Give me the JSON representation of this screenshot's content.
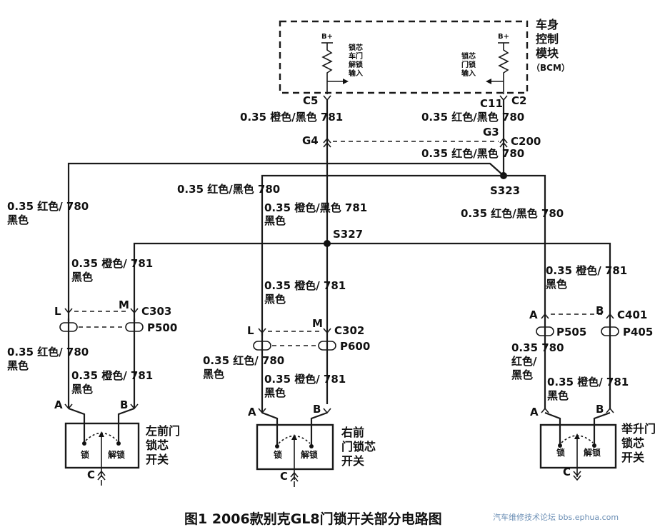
{
  "bcm": {
    "title_lines": [
      "车身",
      "控制",
      "模块",
      "（BCM）"
    ],
    "b_plus_left": "B+",
    "b_plus_right": "B+",
    "input_left_lines": [
      "锁芯",
      "车门",
      "解锁",
      "输入"
    ],
    "input_right_lines": [
      "锁芯",
      "门锁",
      "输入"
    ]
  },
  "connectors": {
    "c5": "C5",
    "c2": "C2",
    "c11": "C11",
    "g4": "G4",
    "g3": "G3",
    "c200": "C200",
    "c303": "C303",
    "p500": "P500",
    "c302": "C302",
    "p600": "P600",
    "c401": "C401",
    "p505": "P505",
    "p405": "P405"
  },
  "splices": {
    "s323": "S323",
    "s327": "S327"
  },
  "wires": {
    "w781_top": "0.35 橙色/黑色   781",
    "w780_top": "0.35 红色/黑色   780",
    "w780_c200": "0.35 红色/黑色   780",
    "w780_mid": "0.35 红色/黑色   780",
    "w781_mid_l1": "0.35 橙色/黑色   781",
    "w781_mid_l2": "黑色",
    "w780_left_l1": "0.35 红色/   780",
    "w780_left_l2": "黑色",
    "w781_left_l1": "0.35 橙色/   781",
    "w781_left_l2": "黑色",
    "w780_right": "0.35 红色/黑色   780",
    "w781_ctr_l1": "0.35 橙色/   781",
    "w781_ctr_l2": "黑色",
    "w781_rt_l1": "0.35 橙色/   781",
    "w781_rt_l2": "黑色",
    "w780_lf_low_l1": "0.35 红色/   780",
    "w780_lf_low_l2": "黑色",
    "w781_lf_low_l1": "0.35 橙色/   781",
    "w781_lf_low_l2": "黑色",
    "w780_rf_low_l1": "0.35 红色/   780",
    "w780_rf_low_l2": "黑色",
    "w781_rf_low_l1": "0.35 橙色/   781",
    "w781_rf_low_l2": "黑色",
    "w780_lg_low_l1": "0.35   780",
    "w780_lg_low_l2": "红色/",
    "w780_lg_low_l3": "黑色",
    "w781_lg_low_l1": "0.35 橙色/   781",
    "w781_lg_low_l2": "黑色"
  },
  "pins": {
    "L": "L",
    "M": "M",
    "A": "A",
    "B": "B",
    "C": "C"
  },
  "switches": {
    "left_front": [
      "左前门",
      "锁芯",
      "开关"
    ],
    "right_front": [
      "右前",
      "门锁芯",
      "开关"
    ],
    "liftgate": [
      "举升门",
      "锁芯",
      "开关"
    ],
    "lock": "锁",
    "unlock": "解锁"
  },
  "caption": "图1 2006款别克GL8门锁开关部分电路图",
  "watermark": "汽车维修技术论坛 bbs.ephua.com"
}
